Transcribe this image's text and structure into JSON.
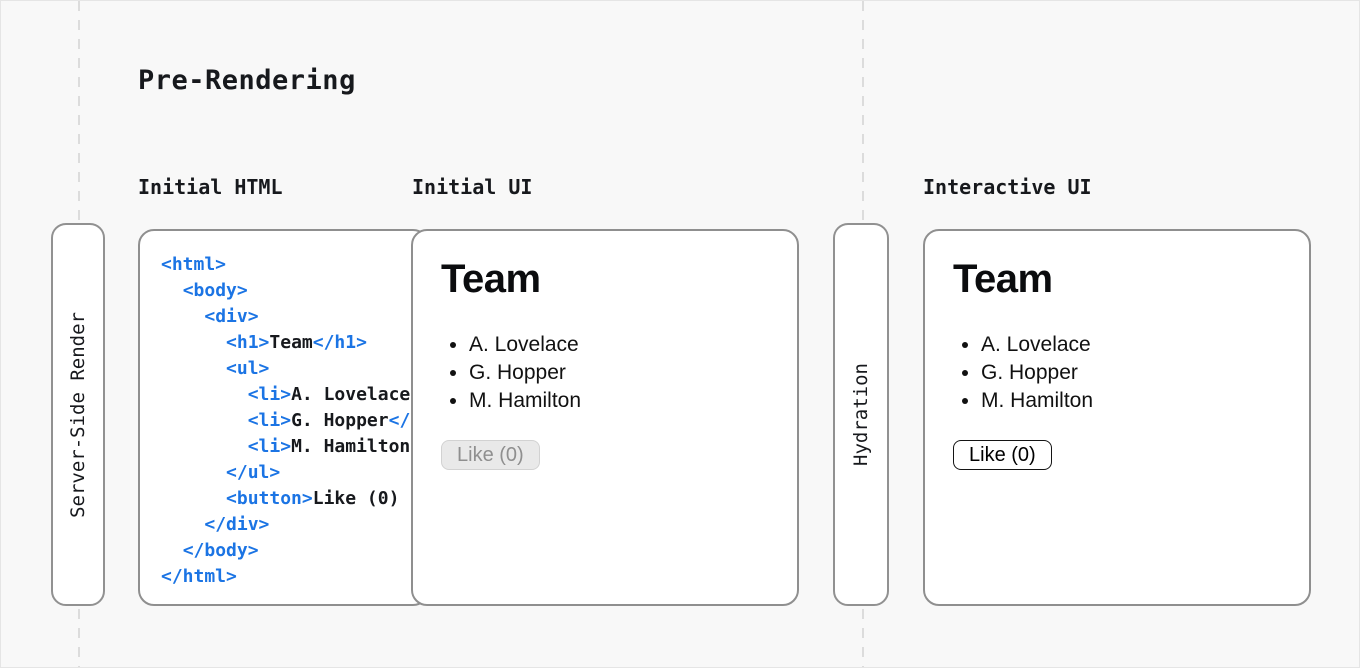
{
  "title": "Pre-Rendering",
  "columns": {
    "initial_html": "Initial HTML",
    "initial_ui": "Initial UI",
    "interactive_ui": "Interactive UI"
  },
  "pills": {
    "server": "Server-Side Render",
    "hydration": "Hydration"
  },
  "code": {
    "lines": [
      "<html>",
      "  <body>",
      "    <div>",
      "      <h1>Team</h1>",
      "      <ul>",
      "        <li>A. Lovelace",
      "        <li>G. Hopper</",
      "        <li>M. Hamilton",
      "      </ul>",
      "      <button>Like (0)",
      "    </div>",
      "  </body>",
      "</html>"
    ]
  },
  "initial_ui": {
    "heading": "Team",
    "members": [
      "A. Lovelace",
      "G. Hopper",
      "M. Hamilton"
    ],
    "like_button": "Like (0)",
    "like_button_state": "disabled"
  },
  "interactive_ui": {
    "heading": "Team",
    "members": [
      "A. Lovelace",
      "G. Hopper",
      "M. Hamilton"
    ],
    "like_button": "Like (0)",
    "like_button_state": "enabled"
  },
  "colors": {
    "background": "#f8f8f8",
    "panel_border": "#8f8f8f",
    "code_tag_blue": "#1b74e4",
    "text": "#17191d",
    "dashed_line": "#dcdcdc",
    "disabled_button_bg": "#e9e9e9",
    "disabled_button_text": "#8f8f8f"
  }
}
